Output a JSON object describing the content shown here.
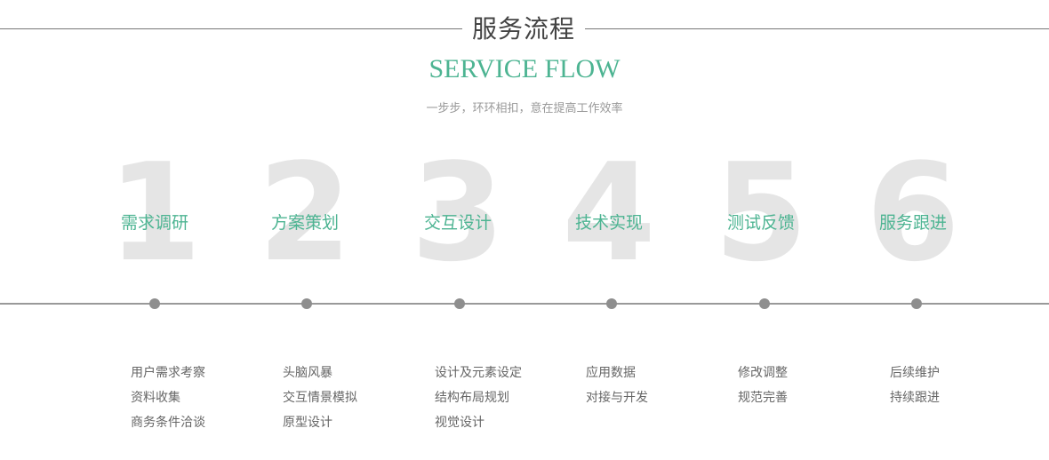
{
  "header": {
    "title_cn": "服务流程",
    "title_en": "SERVICE FLOW",
    "subtitle": "一步步，环环相扣，意在提高工作效率"
  },
  "colors": {
    "accent": "#4db492",
    "number": "#e5e5e5",
    "line": "#999999",
    "dot": "#8e8e8e",
    "text": "#666666"
  },
  "steps": [
    {
      "number": "1",
      "label": "需求调研",
      "items": [
        "用户需求考察",
        "资料收集",
        "商务条件洽谈"
      ]
    },
    {
      "number": "2",
      "label": "方案策划",
      "items": [
        "头脑风暴",
        "交互情景模拟",
        "原型设计"
      ]
    },
    {
      "number": "3",
      "label": "交互设计",
      "items": [
        "设计及元素设定",
        "结构布局规划",
        "视觉设计"
      ]
    },
    {
      "number": "4",
      "label": "技术实现",
      "items": [
        "应用数据",
        "对接与开发"
      ]
    },
    {
      "number": "5",
      "label": "测试反馈",
      "items": [
        "修改调整",
        "规范完善"
      ]
    },
    {
      "number": "6",
      "label": "服务跟进",
      "items": [
        "后续维护",
        "持续跟进"
      ]
    }
  ]
}
